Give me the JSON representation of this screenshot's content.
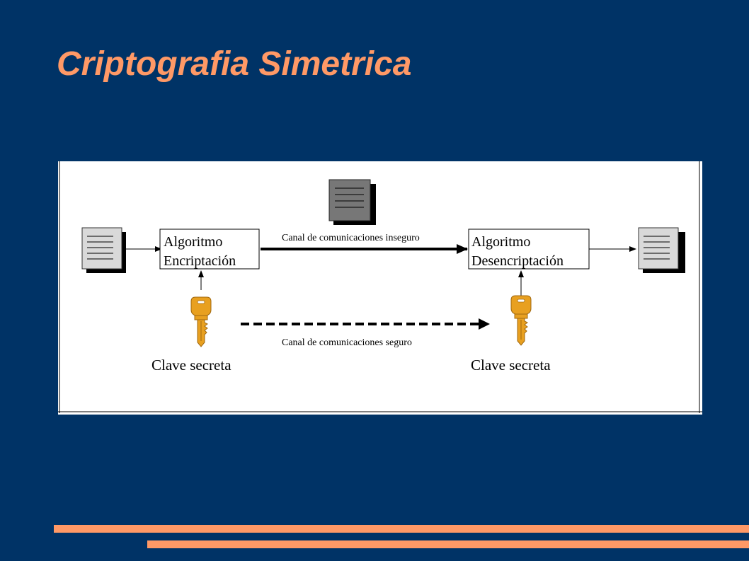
{
  "slide": {
    "title": "Criptografia Simetrica",
    "background_color": "#003366",
    "title_color": "#FF9966",
    "accent_color": "#FF9966"
  },
  "diagram": {
    "encrypt_box": {
      "line1": "Algoritmo",
      "line2": "Encriptación"
    },
    "decrypt_box": {
      "line1": "Algoritmo",
      "line2": "Desencriptación"
    },
    "insecure_channel_label": "Canal de comunicaciones inseguro",
    "secure_channel_label": "Canal de comunicaciones seguro",
    "key_label_left": "Clave secreta",
    "key_label_right": "Clave secreta",
    "key_color": "#E8A020",
    "doc_plain_color": "#D9D9D9",
    "doc_cipher_color": "#777777"
  }
}
